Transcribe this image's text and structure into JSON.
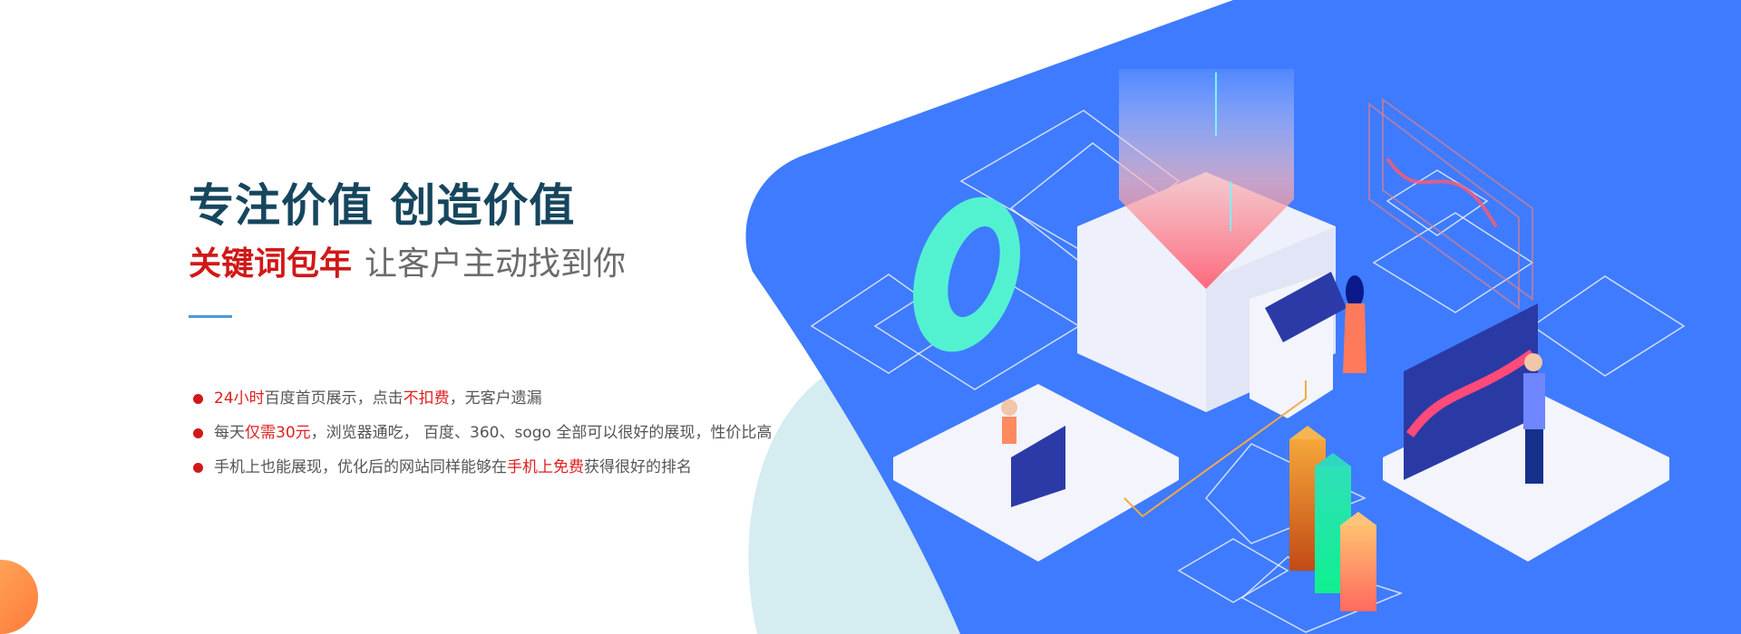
{
  "hero": {
    "title": "专注价值 创造价值",
    "subtitle_highlight": "关键词包年",
    "subtitle_rest": "让客户主动找到你"
  },
  "features": [
    {
      "parts": [
        {
          "text": "24小时",
          "red": true
        },
        {
          "text": "百度首页展示，点击",
          "red": false
        },
        {
          "text": "不扣费",
          "red": true
        },
        {
          "text": "，无客户遗漏",
          "red": false
        }
      ]
    },
    {
      "parts": [
        {
          "text": "每天",
          "red": false
        },
        {
          "text": "仅需30元",
          "red": true
        },
        {
          "text": "，浏览器通吃， 百度、360、sogo 全部可以很好的展现，性价比高",
          "red": false
        }
      ]
    },
    {
      "parts": [
        {
          "text": "手机上也能展现，优化后的网站同样能够在",
          "red": false
        },
        {
          "text": "手机上免费",
          "red": true
        },
        {
          "text": "获得很好的排名",
          "red": false
        }
      ]
    }
  ],
  "colors": {
    "brand_blue": "#3f7bff",
    "title": "#16465e",
    "accent_red": "#d01818",
    "divider": "#4a9ad8"
  }
}
